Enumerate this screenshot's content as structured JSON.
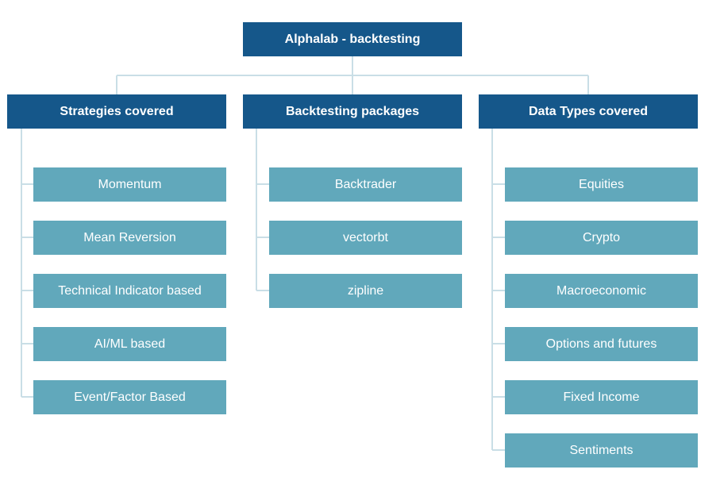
{
  "root": {
    "label": "Alphalab - backtesting"
  },
  "columns": [
    {
      "title": "Strategies covered",
      "items": [
        "Momentum",
        "Mean Reversion",
        "Technical Indicator based",
        "AI/ML based",
        "Event/Factor Based"
      ]
    },
    {
      "title": "Backtesting packages",
      "items": [
        "Backtrader",
        "vectorbt",
        "zipline"
      ]
    },
    {
      "title": "Data Types covered",
      "items": [
        "Equities",
        "Crypto",
        "Macroeconomic",
        "Options and futures",
        "Fixed Income",
        "Sentiments"
      ]
    }
  ]
}
